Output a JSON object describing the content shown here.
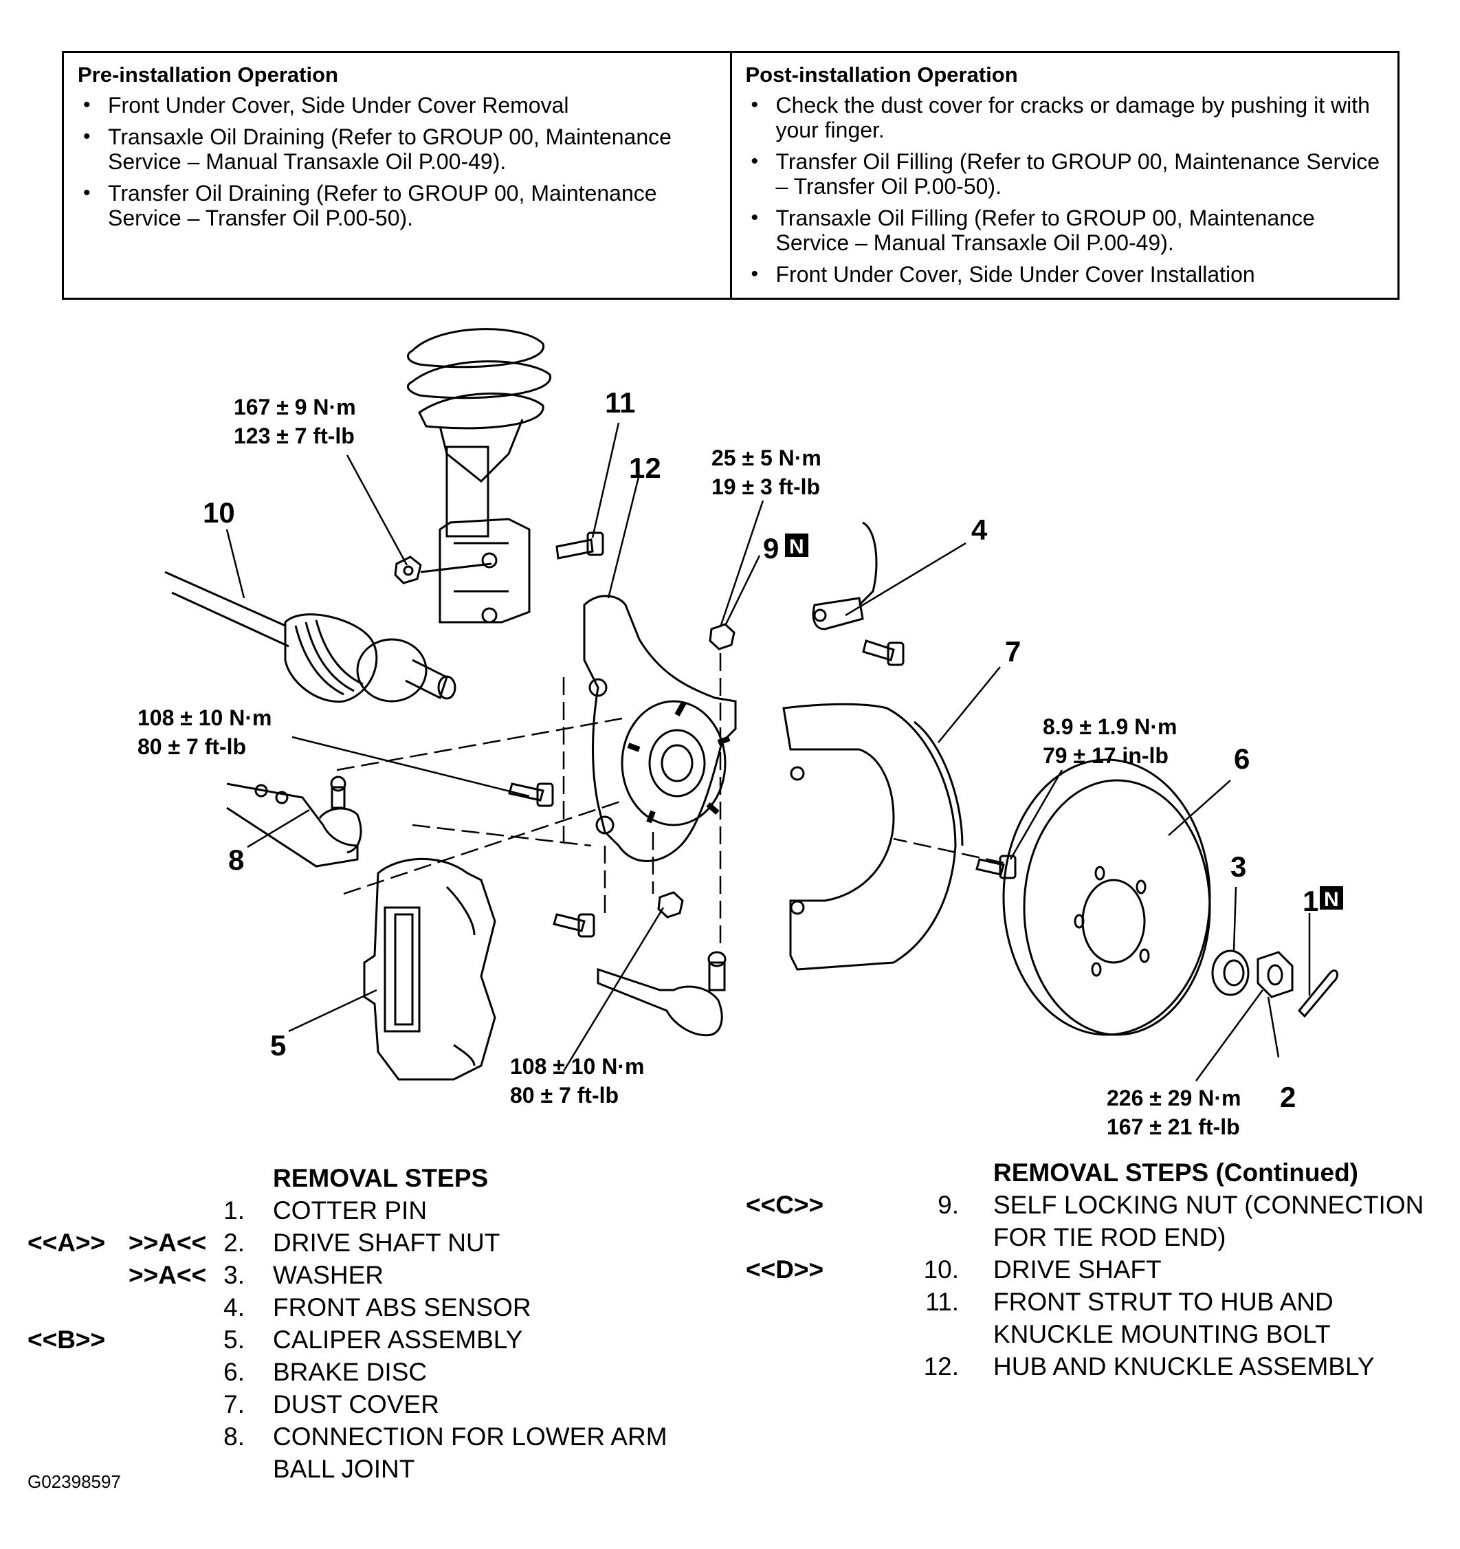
{
  "pre_installation": {
    "heading": "Pre-installation Operation",
    "items": [
      "Front Under Cover, Side Under Cover Removal",
      "Transaxle Oil Draining (Refer to GROUP 00, Maintenance Service – Manual Transaxle Oil P.00-49).",
      "Transfer Oil Draining (Refer to GROUP 00, Maintenance Service – Transfer Oil P.00-50)."
    ]
  },
  "post_installation": {
    "heading": "Post-installation Operation",
    "items": [
      "Check the dust cover for cracks or damage by pushing it with your finger.",
      "Transfer Oil Filling (Refer to GROUP 00, Maintenance Service – Transfer Oil P.00-50).",
      "Transaxle Oil Filling (Refer to GROUP 00, Maintenance Service – Manual Transaxle Oil P.00-49).",
      "Front Under Cover, Side Under Cover Installation"
    ]
  },
  "diagram": {
    "callouts": {
      "n1": "1",
      "n2": "2",
      "n3": "3",
      "n4": "4",
      "n5": "5",
      "n6": "6",
      "n7": "7",
      "n8": "8",
      "n9": "9",
      "n10": "10",
      "n11": "11",
      "n12": "12",
      "new_part_badge": "N"
    },
    "torques": {
      "t11_nm": "167 ± 9 N·m",
      "t11_ft": "123 ± 7 ft-lb",
      "t9_nm": "25 ± 5 N·m",
      "t9_ft": "19 ± 3 ft-lb",
      "t8_nm": "108 ± 10 N·m",
      "t8_ft": "80 ± 7 ft-lb",
      "t5_nm": "108 ± 10 N·m",
      "t5_ft": "80 ± 7 ft-lb",
      "t7_nm": "8.9 ± 1.9 N·m",
      "t7_in": "79 ± 17 in-lb",
      "t2_nm": "226 ± 29 N·m",
      "t2_ft": "167 ± 21 ft-lb"
    }
  },
  "removal_steps": {
    "title": "REMOVAL STEPS",
    "title_continued": "REMOVAL STEPS  (Continued)",
    "left": [
      {
        "removal": "",
        "install": "",
        "num": "1.",
        "text": "COTTER PIN"
      },
      {
        "removal": "<<A>>",
        "install": ">>A<<",
        "num": "2.",
        "text": "DRIVE SHAFT NUT"
      },
      {
        "removal": "",
        "install": ">>A<<",
        "num": "3.",
        "text": "WASHER"
      },
      {
        "removal": "",
        "install": "",
        "num": "4.",
        "text": "FRONT ABS SENSOR"
      },
      {
        "removal": "<<B>>",
        "install": "",
        "num": "5.",
        "text": "CALIPER ASSEMBLY"
      },
      {
        "removal": "",
        "install": "",
        "num": "6.",
        "text": "BRAKE DISC"
      },
      {
        "removal": "",
        "install": "",
        "num": "7.",
        "text": "DUST COVER"
      },
      {
        "removal": "",
        "install": "",
        "num": "8.",
        "text": "CONNECTION FOR LOWER ARM",
        "text2": "BALL JOINT"
      }
    ],
    "right": [
      {
        "removal": "<<C>>",
        "num": "9.",
        "text": "SELF LOCKING NUT (CONNECTION",
        "text2": "FOR TIE ROD END)"
      },
      {
        "removal": "<<D>>",
        "num": "10.",
        "text": "DRIVE SHAFT"
      },
      {
        "removal": "",
        "num": "11.",
        "text": "FRONT STRUT TO HUB AND",
        "text2": "KNUCKLE MOUNTING BOLT"
      },
      {
        "removal": "",
        "num": "12.",
        "text": "HUB AND KNUCKLE ASSEMBLY"
      }
    ]
  },
  "figure_code": "G02398597"
}
